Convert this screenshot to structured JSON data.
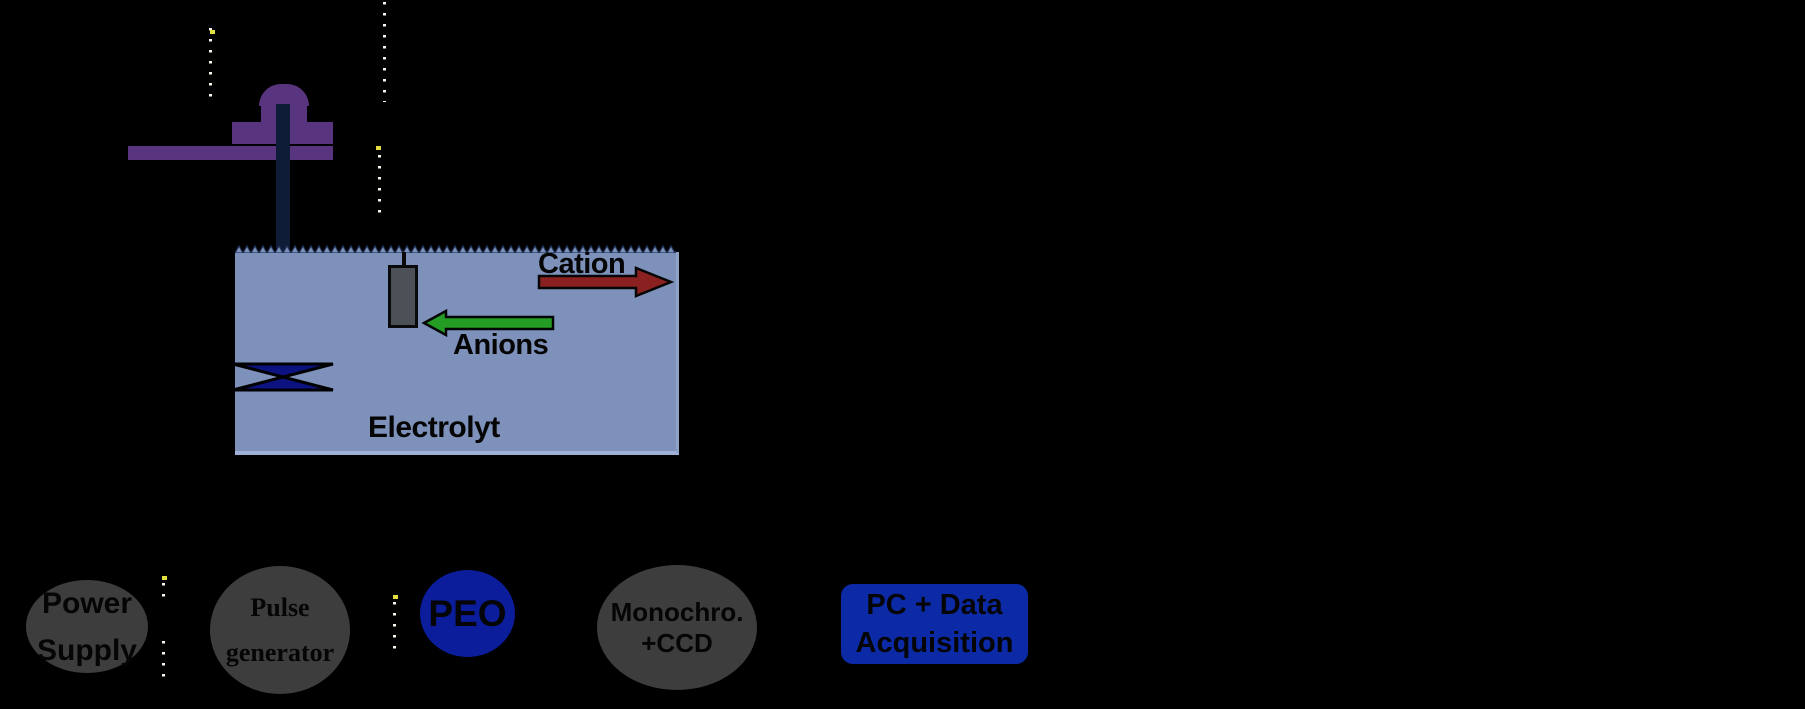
{
  "scene": {
    "background": "#000000"
  },
  "bath": {
    "label": "Electrolyt",
    "fill": "#7d91bb",
    "edge_highlight": "#9fb2d6"
  },
  "ions": {
    "cation": {
      "label": "Cation",
      "arrow_color": "#8b2020",
      "direction": "right"
    },
    "anion": {
      "label": "Anions",
      "arrow_color": "#259d25",
      "direction": "left"
    }
  },
  "apparatus": {
    "holder_color": "#59357f",
    "rod_color_above_water": "#0f1c38",
    "rod_color_below_water": "#1e4166",
    "stirrer_color": "#0c1280",
    "electrode_color": "#4c5157"
  },
  "connectors": {
    "dot_color": "#f5f5ea",
    "accent_dot_color": "#e3df3f"
  },
  "flow_nodes": {
    "power_supply": {
      "line1": "Power",
      "line2": "Supply",
      "shape": "ellipse",
      "fill": "#3d3d3d"
    },
    "pulse_generator": {
      "line1": "Pulse",
      "line2": "generator",
      "shape": "ellipse",
      "fill": "#3d3d3d"
    },
    "peo": {
      "label": "PEO",
      "shape": "circle",
      "fill": "#0b1d9b"
    },
    "monochromator_ccd": {
      "line1": "Monochro.",
      "line2": "+CCD",
      "shape": "ellipse",
      "fill": "#3d3d3d"
    },
    "pc_data_acquisition": {
      "line1": "PC + Data",
      "line2": "Acquisition",
      "shape": "rounded-rect",
      "fill": "#0c2aa6"
    }
  }
}
